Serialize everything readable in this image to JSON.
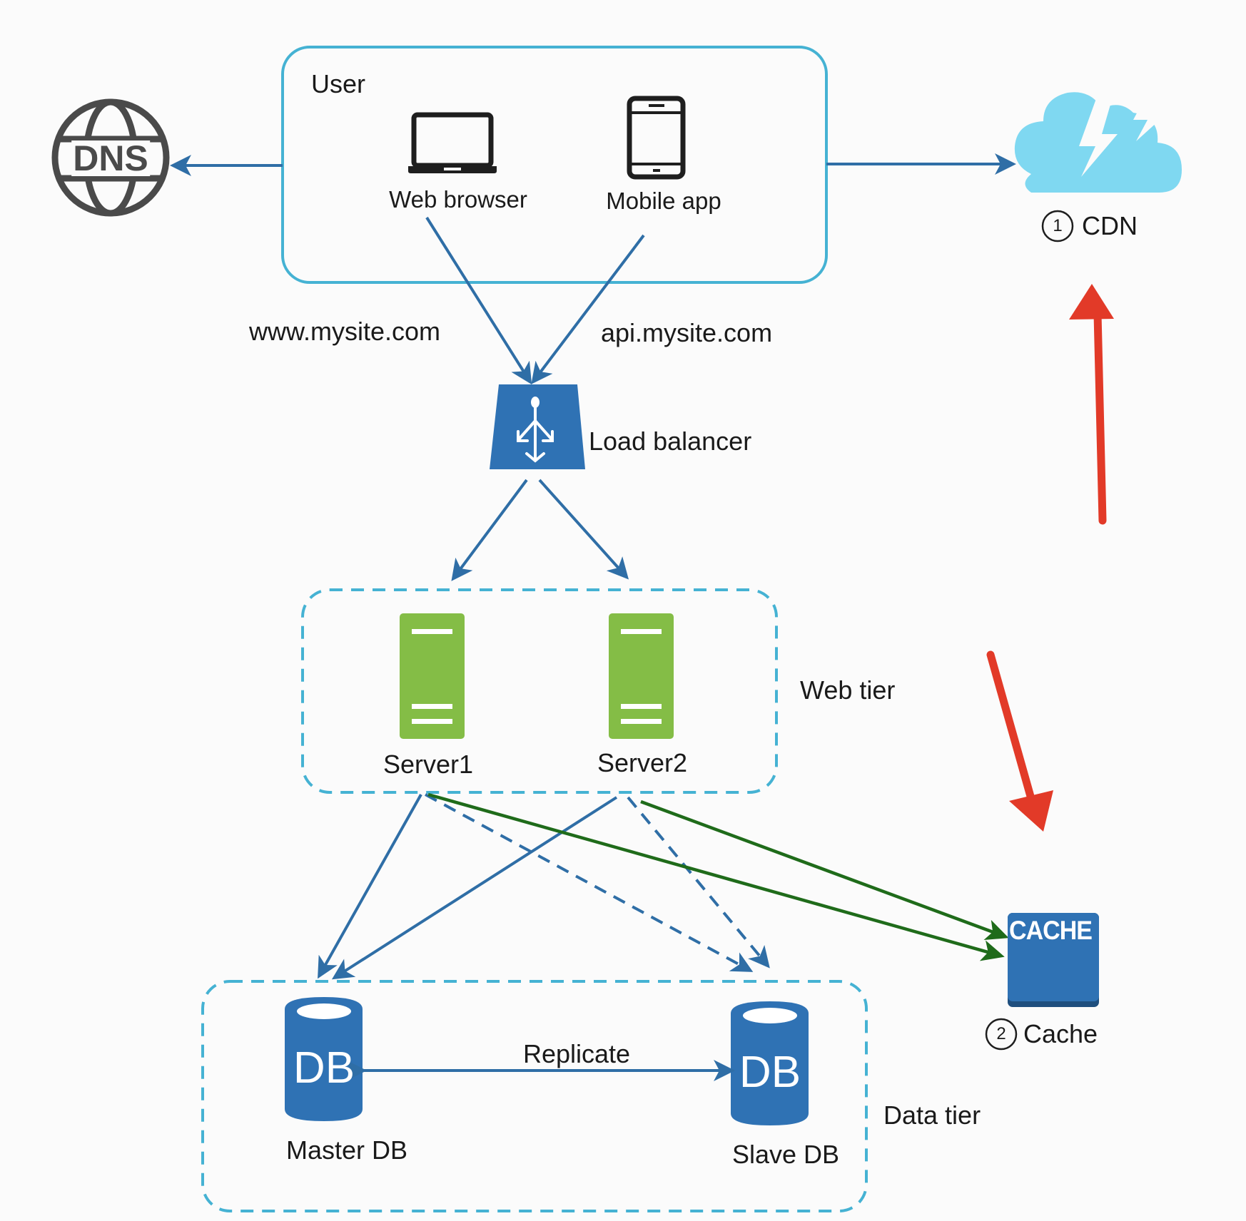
{
  "user": {
    "title": "User",
    "web_browser": "Web browser",
    "mobile_app": "Mobile app"
  },
  "dns": {
    "label": "DNS"
  },
  "cdn": {
    "number": "1",
    "label": "CDN"
  },
  "domains": {
    "web": "www.mysite.com",
    "api": "api.mysite.com"
  },
  "load_balancer": {
    "label": "Load balancer"
  },
  "web_tier": {
    "label": "Web tier",
    "servers": [
      "Server1",
      "Server2"
    ]
  },
  "cache": {
    "number": "2",
    "label": "Cache",
    "badge": "CACHE"
  },
  "data_tier": {
    "label": "Data tier",
    "master": "Master DB",
    "slave": "Slave DB",
    "db_badge": "DB",
    "replicate": "Replicate"
  },
  "colors": {
    "arrow_blue": "#2f6ea6",
    "box_border": "#45b2d3",
    "server_green": "#84bd46",
    "db_blue": "#2f72b4",
    "cdn_cloud": "#7fd8f1",
    "cache_arrow": "#1f6b1a",
    "annotation_red": "#e23a28"
  },
  "icons": [
    "globe-icon",
    "laptop-icon",
    "tablet-icon",
    "cloud-lightning-icon",
    "load-balancer-icon",
    "server-icon",
    "database-icon",
    "cache-icon"
  ]
}
